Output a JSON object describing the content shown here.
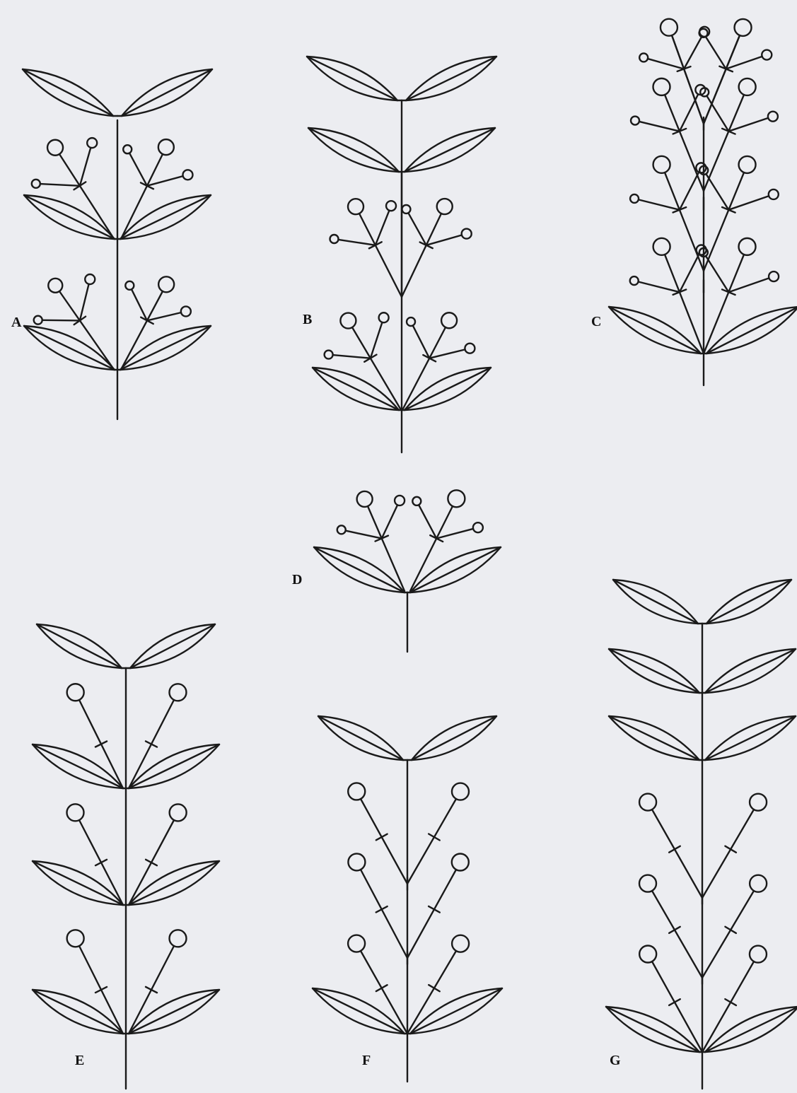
{
  "figure": {
    "background": "#ecedf1",
    "ink_color": "#1a1a1a",
    "panels": [
      {
        "id": "A",
        "label": "A"
      },
      {
        "id": "B",
        "label": "B"
      },
      {
        "id": "C",
        "label": "C"
      },
      {
        "id": "D",
        "label": "D"
      },
      {
        "id": "E",
        "label": "E"
      },
      {
        "id": "F",
        "label": "F"
      },
      {
        "id": "G",
        "label": "G"
      }
    ]
  }
}
